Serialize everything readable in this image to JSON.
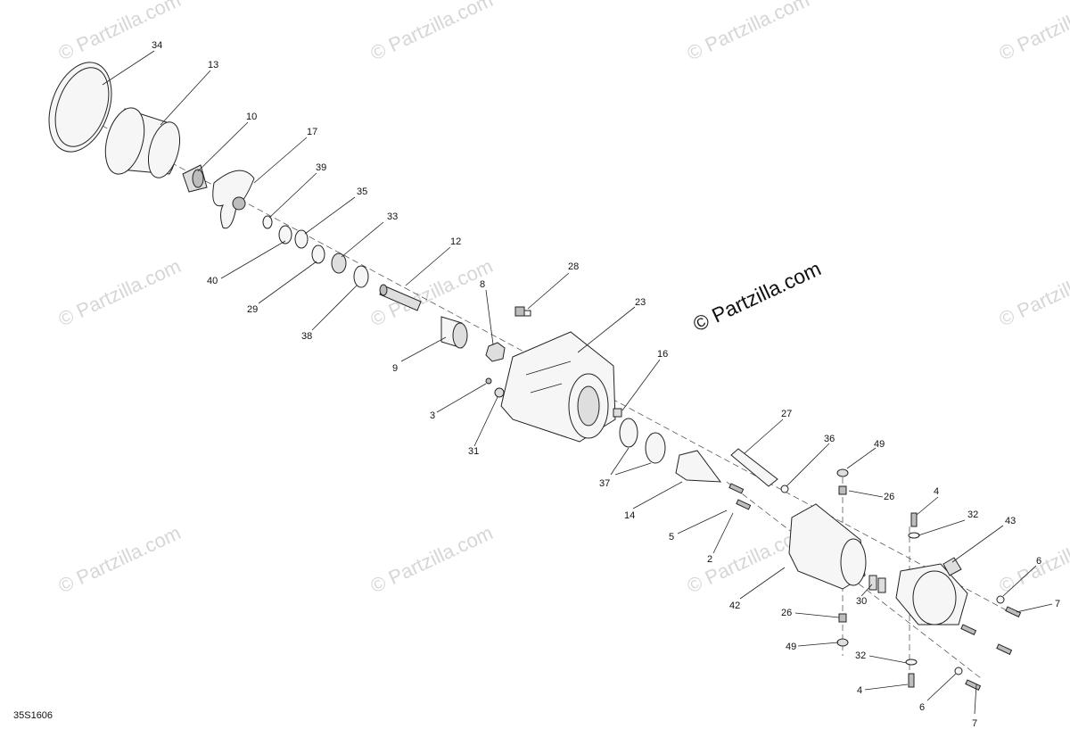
{
  "watermark": {
    "text": "© Partzilla.com",
    "main_text": "© Partzilla.com"
  },
  "diagram_ref": "35S1606",
  "labels": {
    "34": "34",
    "13": "13",
    "10": "10",
    "17": "17",
    "39": "39",
    "35": "35",
    "33": "33",
    "12": "12",
    "40": "40",
    "29": "29",
    "38": "38",
    "8": "8",
    "28": "28",
    "23": "23",
    "9": "9",
    "16": "16",
    "3": "3",
    "31": "31",
    "37": "37",
    "14": "14",
    "27": "27",
    "36": "36",
    "49a": "49",
    "26a": "26",
    "4a": "4",
    "32a": "32",
    "43": "43",
    "5": "5",
    "2": "2",
    "6a": "6",
    "42": "42",
    "30": "30",
    "7a": "7",
    "26b": "26",
    "49b": "49",
    "32b": "32",
    "4b": "4",
    "6b": "6",
    "7b": "7"
  },
  "colors": {
    "line": "#222222",
    "watermark": "#d6d6d6"
  }
}
